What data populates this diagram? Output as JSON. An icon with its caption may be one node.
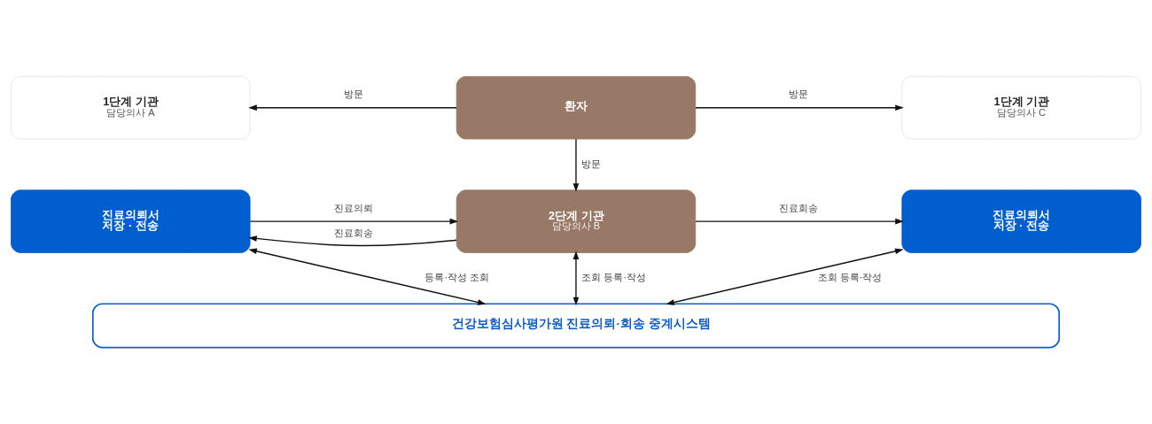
{
  "diagram": {
    "nodes": [
      {
        "text": [
          "1단계 기관",
          "담당의사 A"
        ]
      },
      {
        "text": [
          "환자"
        ]
      },
      {
        "text": [
          "1단계 기관",
          "담당의사 C"
        ]
      },
      {
        "text": [
          "진료의뢰서 저장 · 전송"
        ]
      },
      {
        "text": [
          "2단계 기관",
          "담당의사 B"
        ]
      },
      {
        "text": [
          "진료의뢰서 저장 · 전송"
        ]
      },
      {
        "text": [
          "건강보험심사평가원 진료의뢰·회송 중계시스템"
        ]
      }
    ],
    "edges": [
      {
        "from": 1,
        "to": 0,
        "arrow": "to",
        "label": "방문"
      },
      {
        "from": 1,
        "to": 2,
        "arrow": "to",
        "label": "방문"
      },
      {
        "from": 1,
        "to": 4,
        "arrow": "to",
        "label": "방문"
      },
      {
        "from": 3,
        "to": 4,
        "arrow": "to",
        "label": "진료의뢰"
      },
      {
        "from": 4,
        "to": 3,
        "arrow": "to",
        "label": "진료회송"
      },
      {
        "from": 4,
        "to": 5,
        "arrow": "to",
        "label": "진료회송"
      },
      {
        "from": 3,
        "to": 6,
        "arrow": "both",
        "label": "등록·작성 조회"
      },
      {
        "from": 4,
        "to": 6,
        "arrow": "both",
        "label": "조회 등록·작성"
      },
      {
        "from": 5,
        "to": 6,
        "arrow": "both",
        "label": "조회 등록·작성"
      }
    ]
  }
}
